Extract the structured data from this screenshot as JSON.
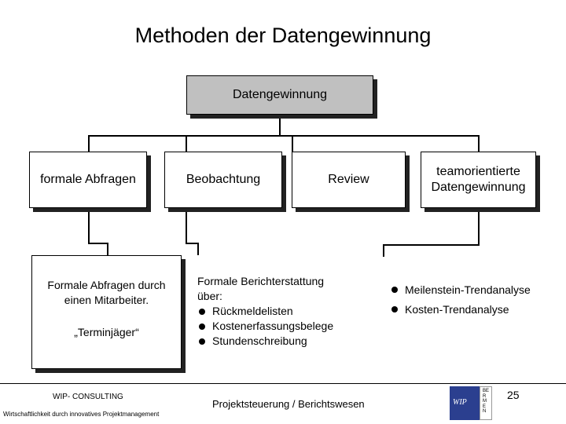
{
  "title": "Methoden der Datengewinnung",
  "root": "Datengewinnung",
  "categories": [
    "formale Abfragen",
    "Beobachtung",
    "Review",
    "teamorientierte Datengewinnung"
  ],
  "details": {
    "formal": {
      "line1": "Formale Abfragen durch einen Mitarbeiter.",
      "line2": "„Terminjäger“"
    },
    "review": {
      "heading": "Formale Berichterstattung über:",
      "items": [
        "Rückmeldelisten",
        "Kostenerfassungsbelege",
        "Stundenschreibung"
      ]
    },
    "team": {
      "items": [
        "Meilenstein-Trendanalyse",
        "Kosten-Trendanalyse"
      ]
    }
  },
  "footer": {
    "company": "WIP- CONSULTING",
    "tagline": "Wirtschaftlichkeit durch innovatives Projektmanagement",
    "center": "Projektsteuerung / Berichtswesen",
    "page": "25",
    "logo_text": "WIP",
    "logo_letters": "BERMEN"
  },
  "colors": {
    "root_fill": "#c0c0c0",
    "logo_blue": "#2b3f8f"
  }
}
